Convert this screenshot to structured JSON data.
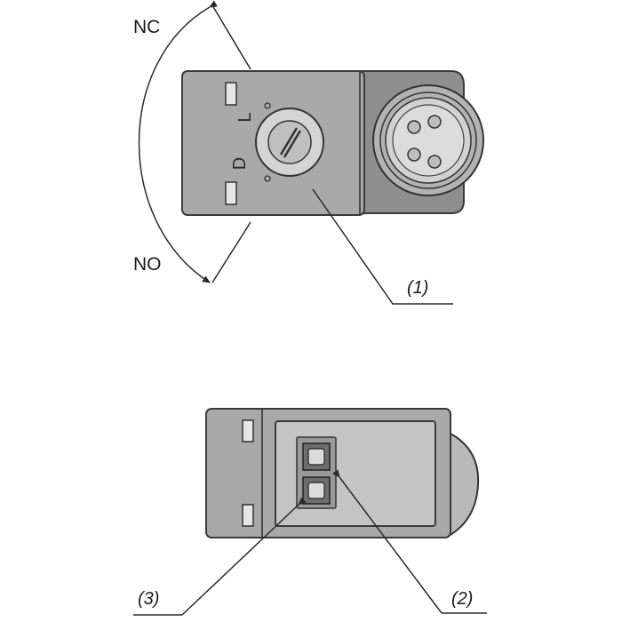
{
  "labels": {
    "nc": "NC",
    "no": "NO",
    "ref1": "(1)",
    "ref2": "(2)",
    "ref3": "(3)"
  },
  "dial_marks": {
    "light_mode": "L",
    "dark_mode": "D"
  },
  "colors": {
    "housing": "#a9a9a9",
    "housing_dark": "#8f8f8f",
    "panel": "#c4c4c4",
    "outline": "#3a3a3a"
  }
}
